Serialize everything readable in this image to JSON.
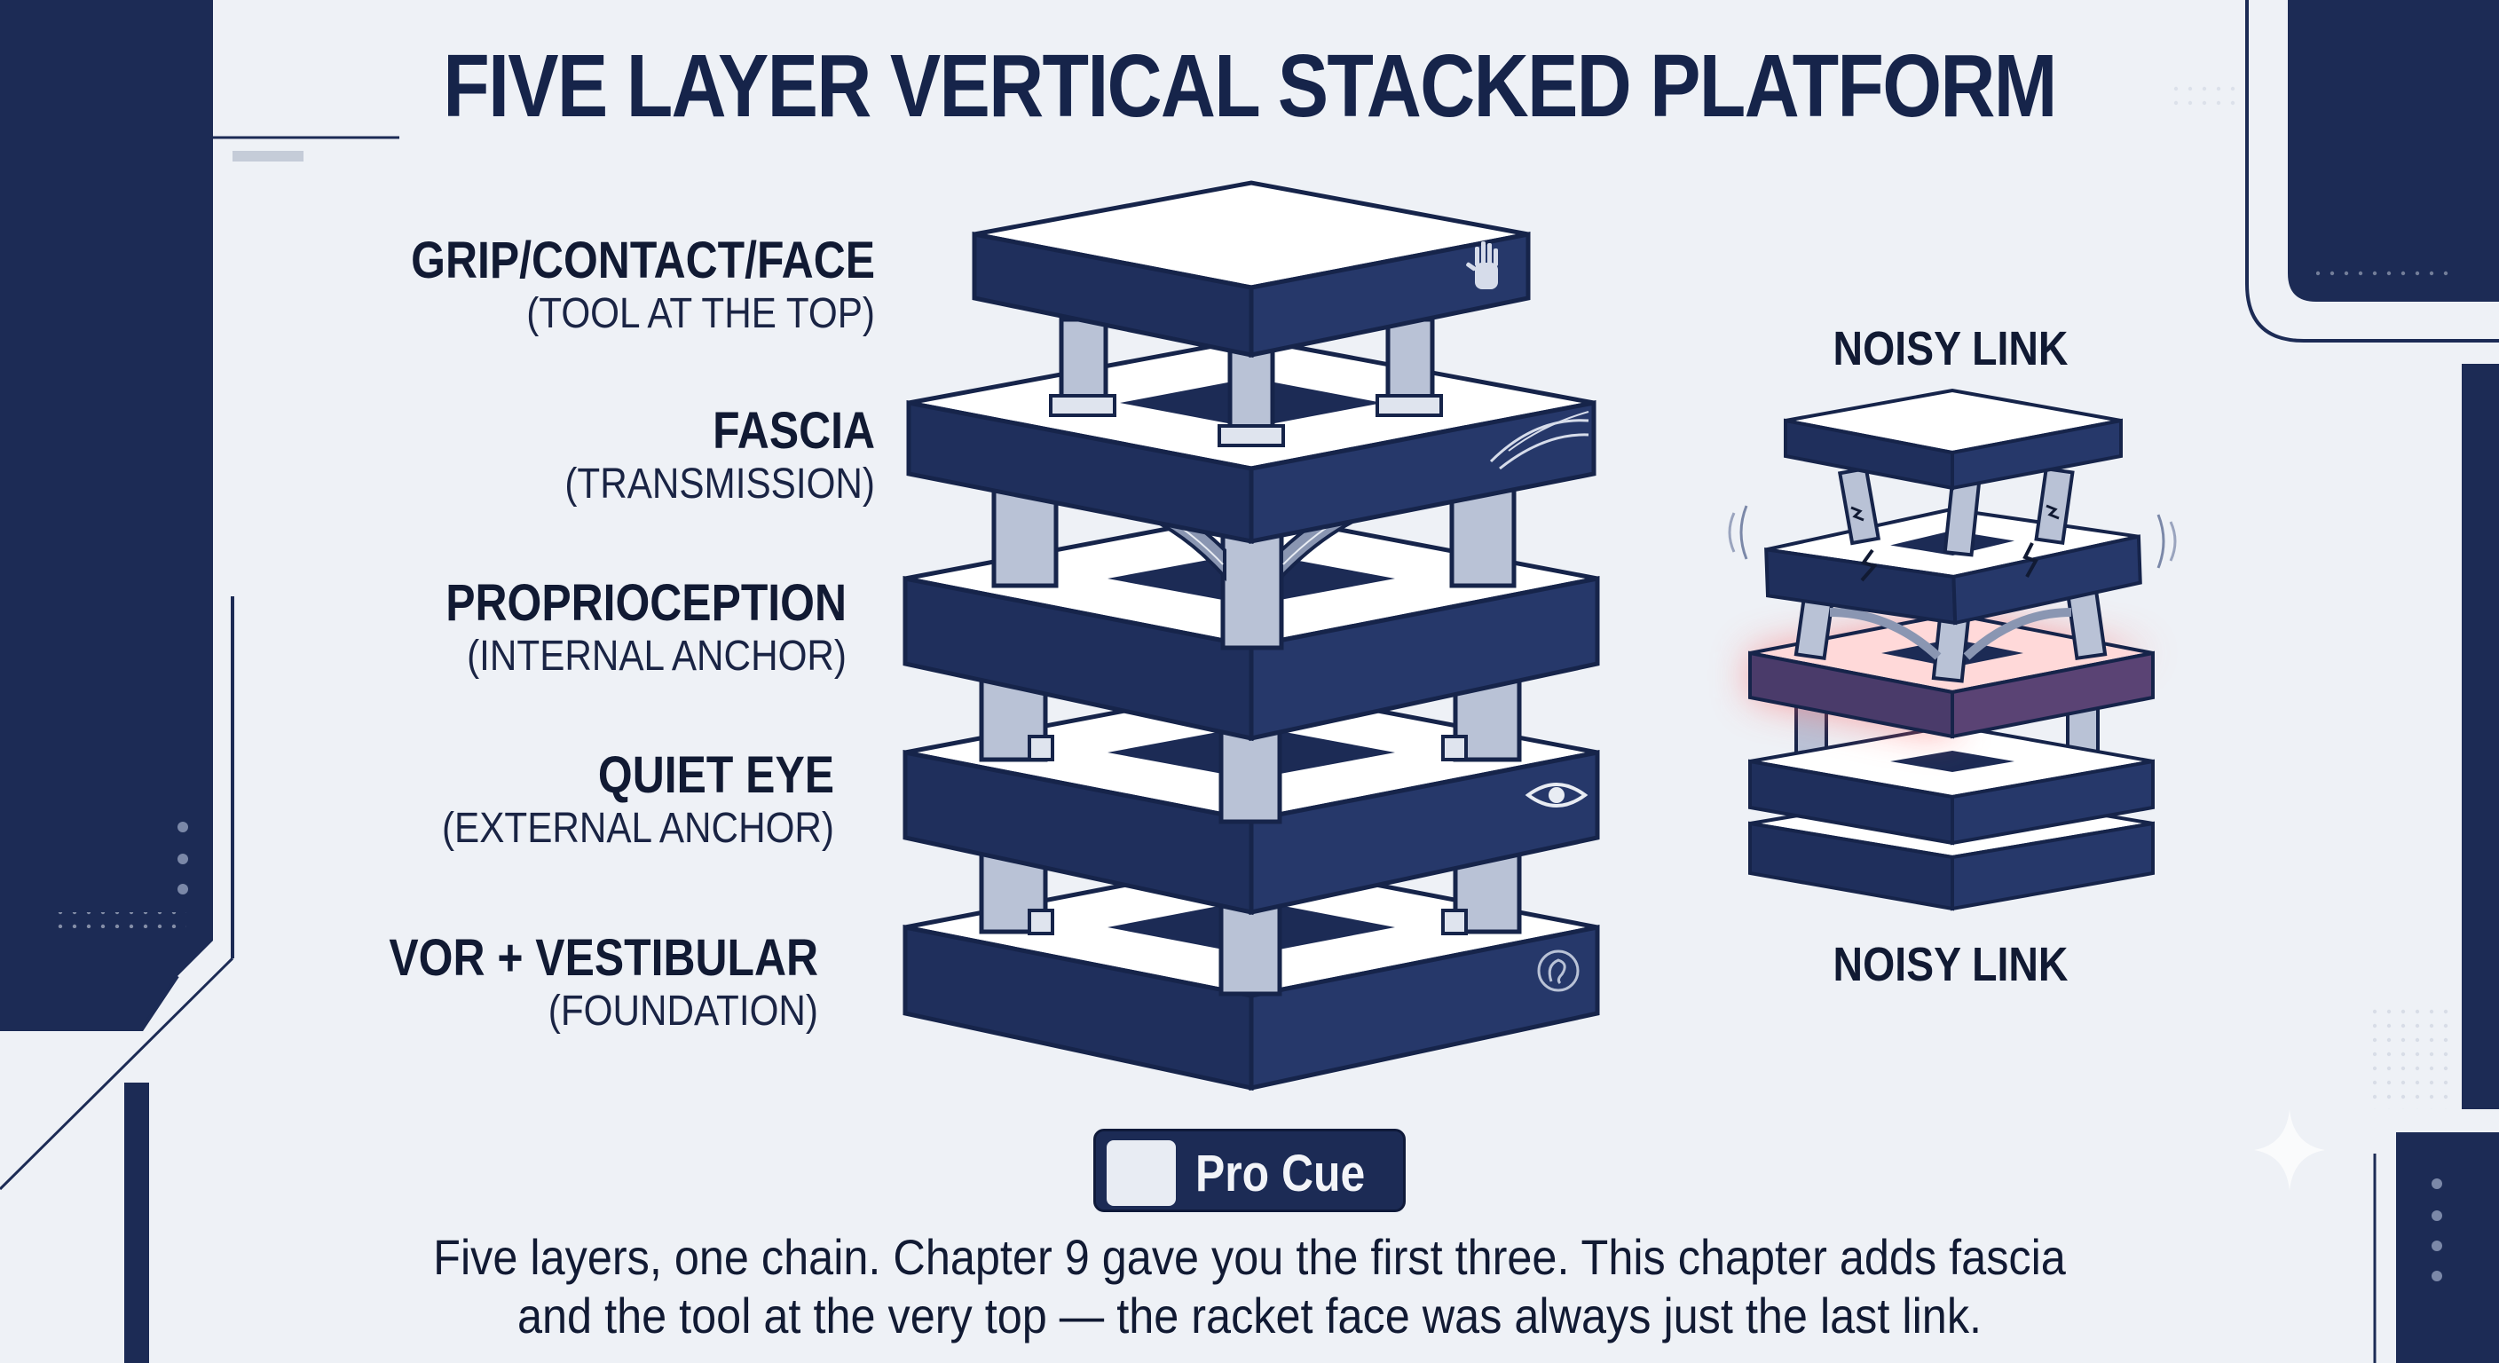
{
  "title": "FIVE LAYER VERTICAL STACKED PLATFORM",
  "layers": [
    {
      "heading": "GRIP/CONTACT/FACE",
      "sub": "(TOOL AT THE TOP)",
      "icon": "hand-icon"
    },
    {
      "heading": "FASCIA",
      "sub": "(TRANSMISSION)",
      "icon": "fascia-fibers-icon"
    },
    {
      "heading": "PROPRIOCEPTION",
      "sub": "(INTERNAL ANCHOR)",
      "icon": ""
    },
    {
      "heading": "QUIET EYE",
      "sub": "(EXTERNAL ANCHOR)",
      "icon": "eye-icon"
    },
    {
      "heading": "VOR + VESTIBULAR",
      "sub": "(FOUNDATION)",
      "icon": "inner-ear-icon"
    }
  ],
  "noisy_link": {
    "top_label": "NOISY LINK",
    "bottom_label": "NOISY LINK",
    "highlight_color": "#ff5a5a"
  },
  "pro_cue": {
    "label": "Pro Cue",
    "icon": "star-icon"
  },
  "caption": {
    "line1": "Five layers, one chain. Chapter 9 gave you the first three. This chapter adds fascia",
    "line2": "and the tool at the very top — the racket face was always just the last link."
  },
  "colors": {
    "navy": "#1c2b55",
    "background": "#eef1f6",
    "pillar": "#b9c2d6"
  }
}
